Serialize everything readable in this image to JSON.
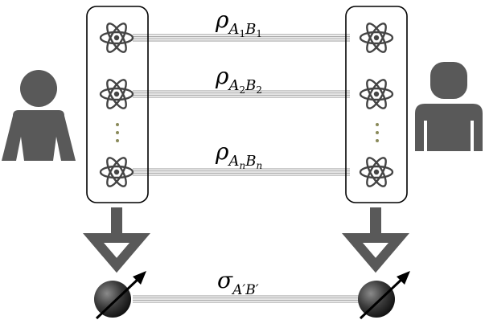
{
  "diagram": {
    "channel_labels": [
      {
        "symbol": "ρ",
        "sub1": "A",
        "idx1": "1",
        "sub2": "B",
        "idx2": "1"
      },
      {
        "symbol": "ρ",
        "sub1": "A",
        "idx1": "2",
        "sub2": "B",
        "idx2": "2"
      },
      {
        "symbol": "ρ",
        "sub1": "A",
        "idx1": "n",
        "sub2": "B",
        "idx2": "n"
      }
    ],
    "output_label": {
      "symbol": "σ",
      "sub1": "A′",
      "sub2": "B′"
    },
    "ellipsis": "⋮",
    "colors": {
      "figure": "#595959",
      "atom": "#444444",
      "arrow": "#595959",
      "dots": "#8a8a5a",
      "channel": "#999999"
    }
  }
}
